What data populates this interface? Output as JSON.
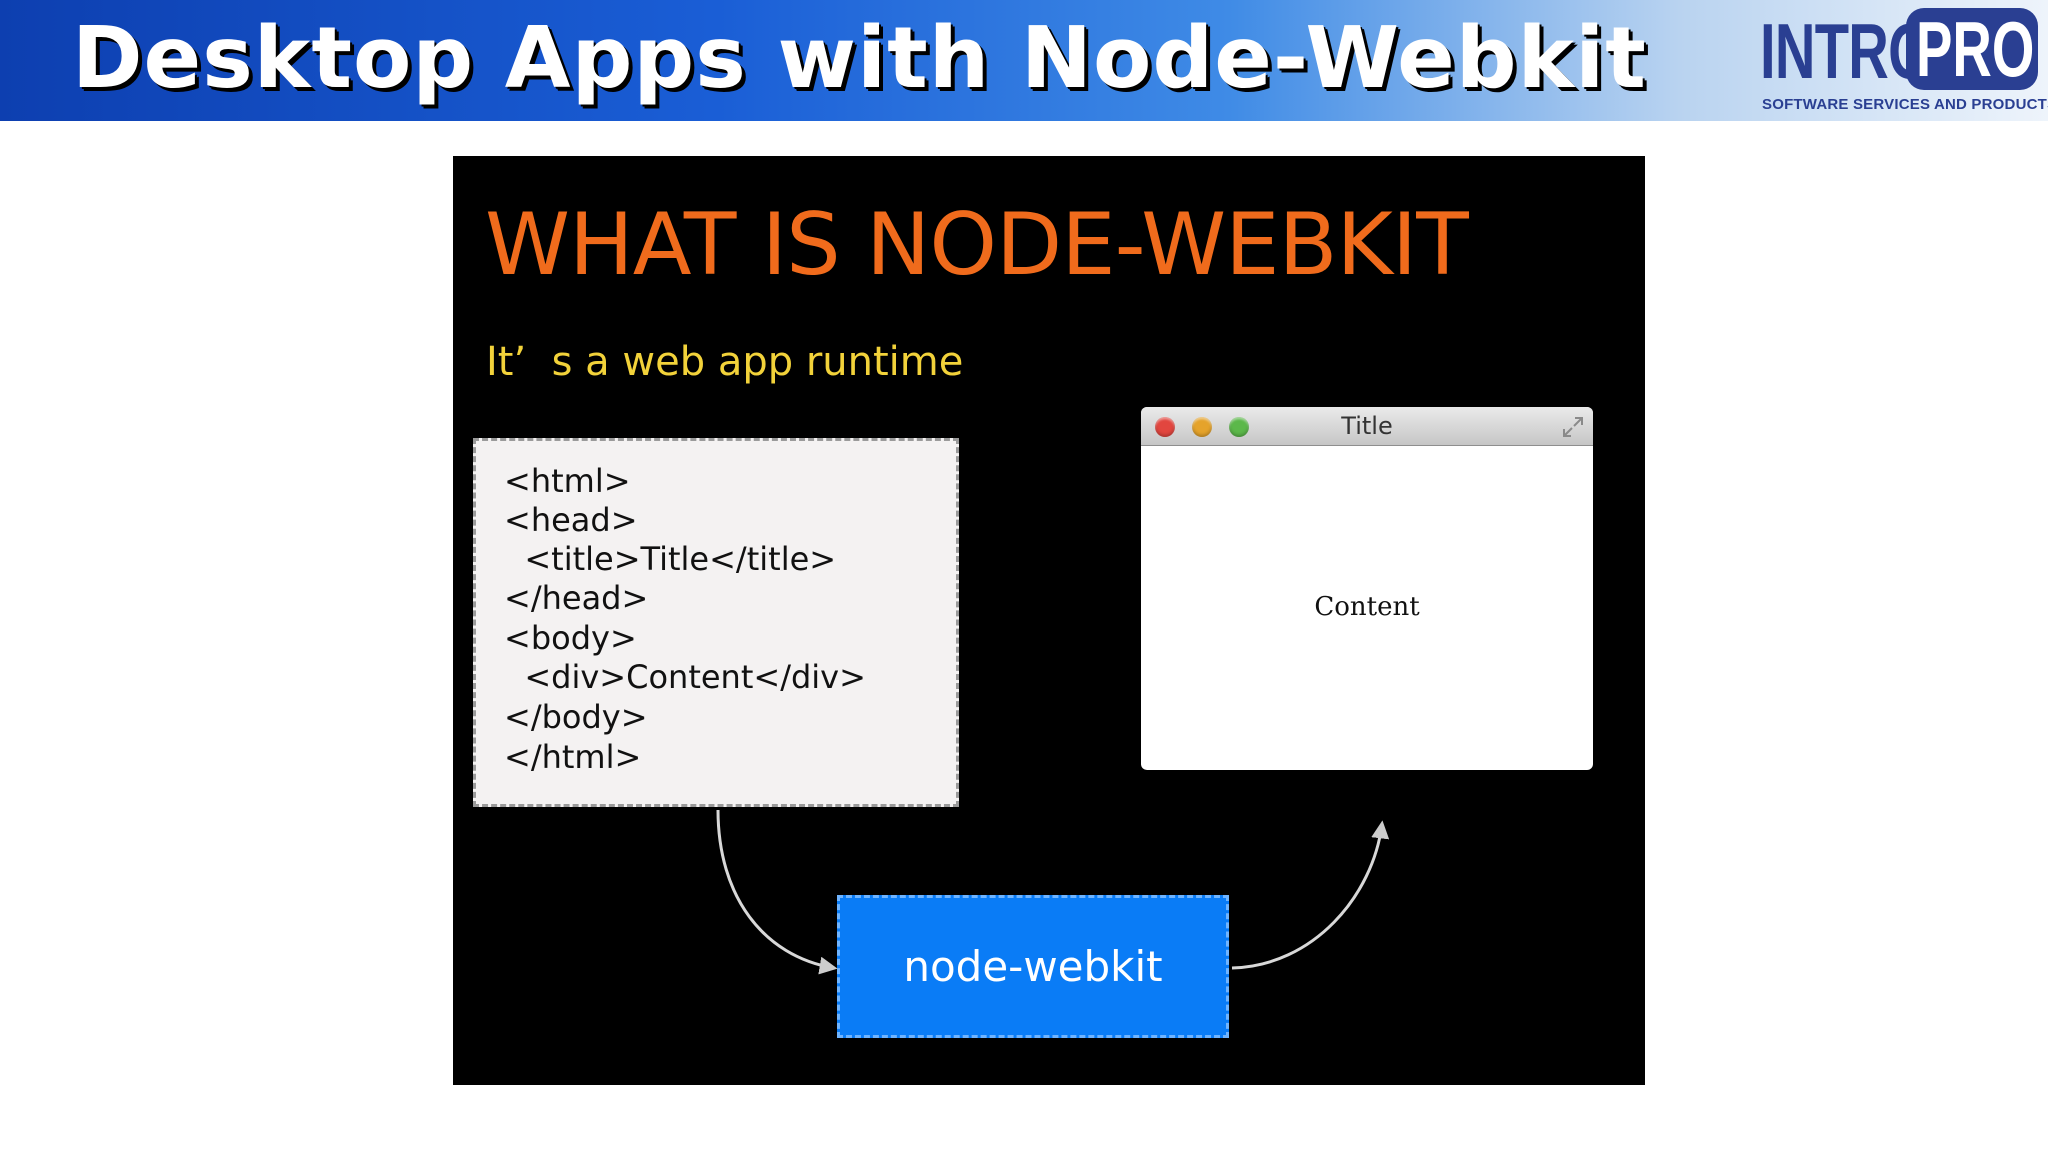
{
  "header": {
    "title": "Desktop Apps with Node-Webkit",
    "logo_intro": "INTRO",
    "logo_pro": "PRO",
    "logo_subtitle": "SOFTWARE SERVICES AND PRODUCTS",
    "brand_color": "#2a3f92"
  },
  "slide": {
    "title": "WHAT IS NODE-WEBKIT",
    "subtitle": "It’  s a web app runtime",
    "title_color": "#f06b1c",
    "subtitle_color": "#f2d23a",
    "code_lines": [
      "<html>",
      "<head>",
      "  <title>Title</title>",
      "</head>",
      "<body>",
      "  <div>Content</div>",
      "</body>",
      "</html>"
    ],
    "window": {
      "title": "Title",
      "content": "Content",
      "buttons": [
        "close-icon",
        "minimize-icon",
        "zoom-icon"
      ],
      "button_colors": [
        "#e2463f",
        "#e5a32b",
        "#5cb84a"
      ]
    },
    "runtime_label": "node-webkit",
    "runtime_color": "#0a7cf6"
  }
}
